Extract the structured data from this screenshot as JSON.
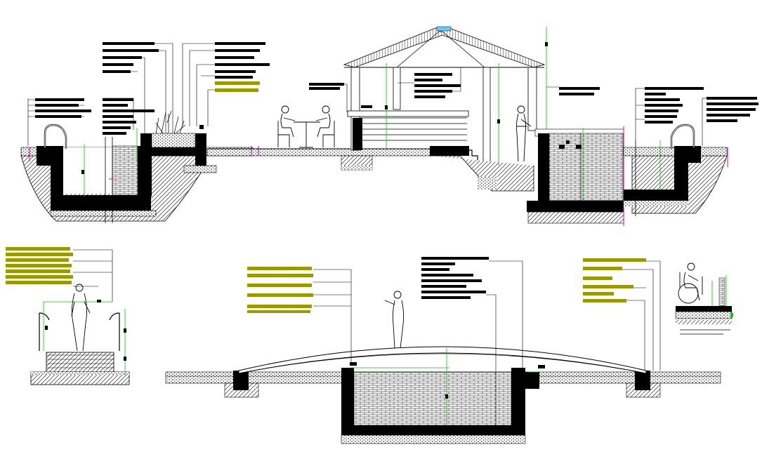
{
  "drawing": {
    "colors": {
      "background": "#ffffff",
      "line": "#000000",
      "dimension": "#00cc00",
      "section_cut": "#cc00cc",
      "highlight_label": "#999900",
      "skylight": "#66ccff"
    },
    "views": [
      "pool-section-left",
      "planter-section",
      "gazebo-section",
      "bar-counter-section",
      "pool-section-right",
      "railing-detail",
      "bridge-over-pond-section",
      "wheelchair-ramp-detail"
    ],
    "icons": [
      "pool-ladder-icon",
      "seated-person-icon",
      "standing-person-icon",
      "shrub-icon",
      "wheelchair-user-icon"
    ]
  }
}
